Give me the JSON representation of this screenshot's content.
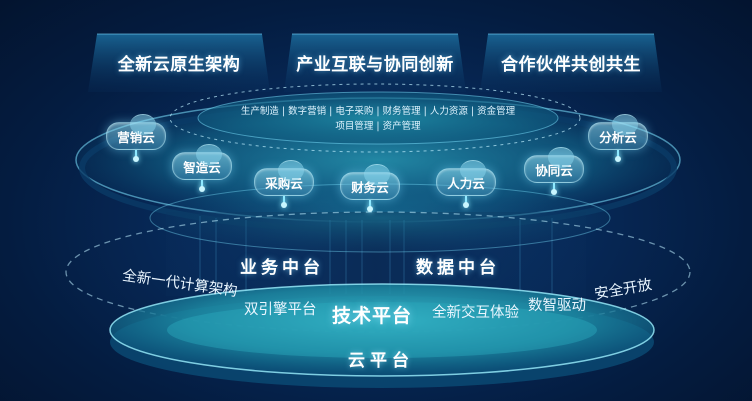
{
  "top_banners": [
    "全新云原生架构",
    "产业互联与协同创新",
    "合作伙伴共创共生"
  ],
  "oval": {
    "line1": "生产制造 | 数字营销 | 电子采购 | 财务管理 | 人力资源 | 资金管理",
    "line2": "项目管理 | 资产管理"
  },
  "clouds": [
    "营销云",
    "智造云",
    "采购云",
    "财务云",
    "人力云",
    "协同云",
    "分析云"
  ],
  "middle": {
    "left": "业务中台",
    "right": "数据中台"
  },
  "features": {
    "f1": "全新一代计算架构",
    "f2": "双引擎平台",
    "center": "技术平台",
    "f3": "全新交互体验",
    "f4": "数智驱动",
    "f5": "安全开放"
  },
  "base": "云平台",
  "colors": {
    "background": "#05224b",
    "accent_cyan": "#6fe3ff",
    "disc": "#1a8fa6"
  }
}
